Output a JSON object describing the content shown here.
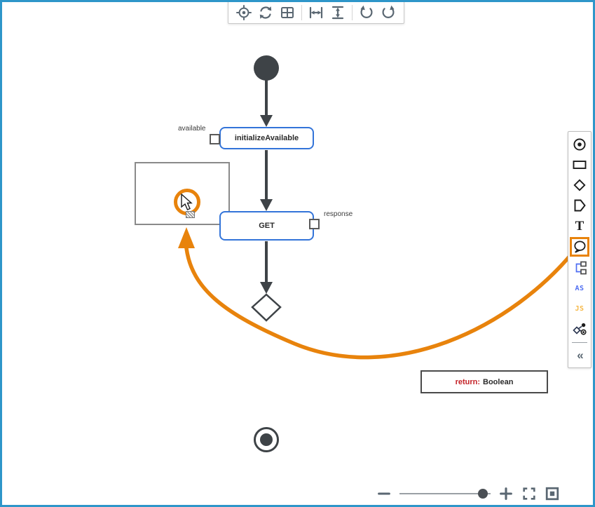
{
  "colors": {
    "frame_blue": "#2e96c9",
    "accent_orange": "#e8830c",
    "node_blue": "#3374d9",
    "shape_dark": "#3e4347",
    "icon_slate": "#5a6772",
    "return_red": "#c42126",
    "as_blue": "#4f6ef2",
    "js_yellow": "#f6b846"
  },
  "top_toolbar": {
    "icons": [
      {
        "name": "center-view"
      },
      {
        "name": "sync"
      },
      {
        "name": "grid"
      },
      {
        "name": "fit-width"
      },
      {
        "name": "fit-height"
      },
      {
        "name": "undo"
      },
      {
        "name": "redo"
      }
    ]
  },
  "right_toolbar": {
    "text_tool_label": "T",
    "as_label": "AS",
    "js_label": "JS",
    "collapse_label": "«",
    "items": [
      {
        "name": "start-event-tool"
      },
      {
        "name": "task-tool"
      },
      {
        "name": "gateway-tool"
      },
      {
        "name": "state-tool"
      },
      {
        "name": "text-tool"
      },
      {
        "name": "annotation-tool",
        "selected": true
      },
      {
        "name": "subprocess-tool"
      },
      {
        "name": "actionscript-tool"
      },
      {
        "name": "javascript-tool"
      },
      {
        "name": "condition-tool"
      },
      {
        "name": "collapse-panel"
      }
    ]
  },
  "canvas": {
    "task_initialize": {
      "label": "initializeAvailable",
      "port_label": "available"
    },
    "task_get": {
      "label": "GET",
      "port_label": "response"
    },
    "annotation_box": {
      "key": "return:",
      "value": "Boolean"
    }
  }
}
